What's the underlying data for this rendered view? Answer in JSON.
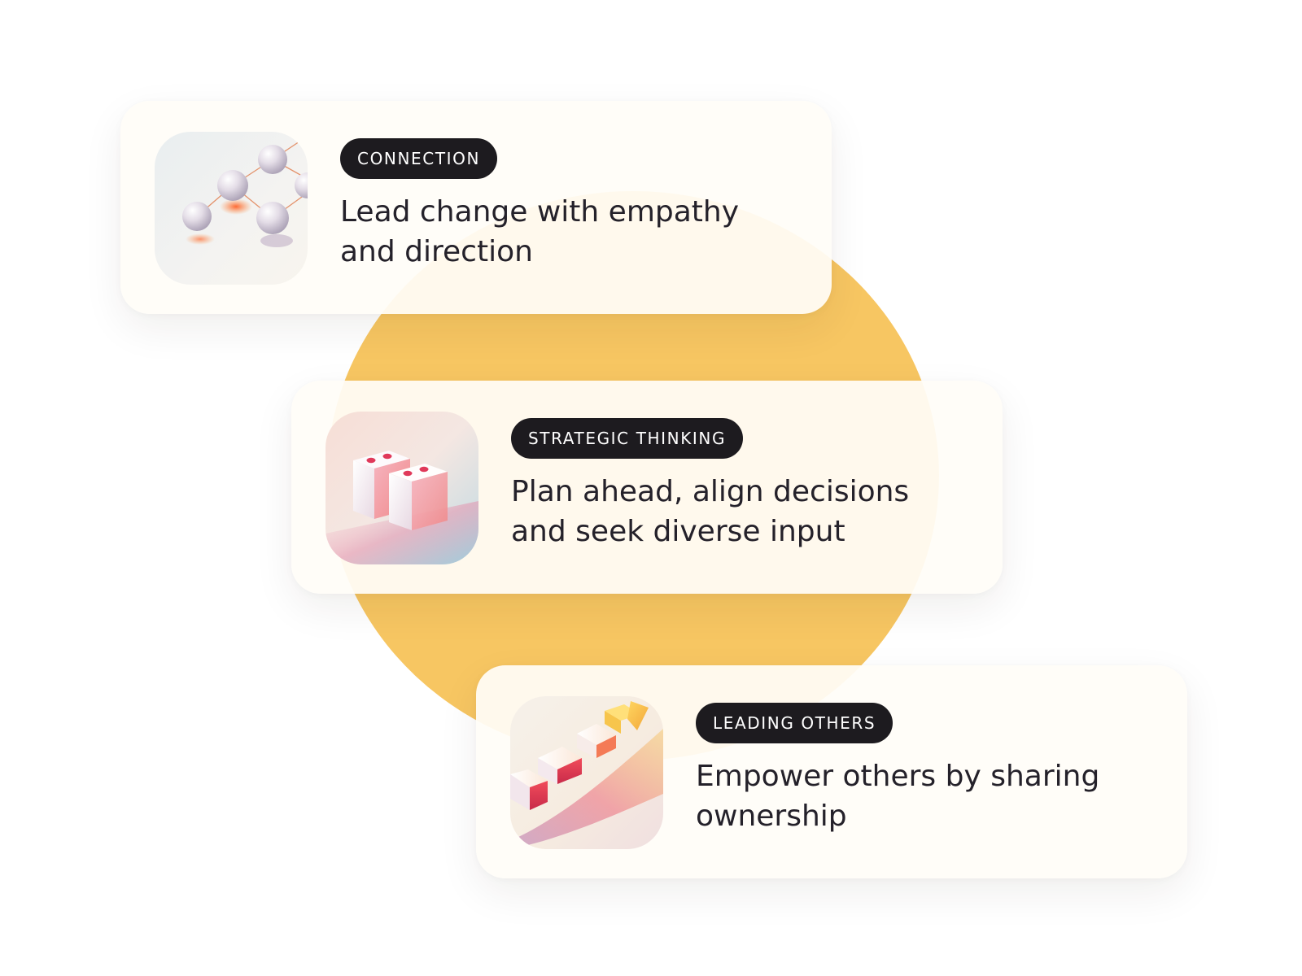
{
  "cards": [
    {
      "tag": "CONNECTION",
      "description": "Lead change with empathy and direction",
      "icon": "connected-spheres-icon"
    },
    {
      "tag": "STRATEGIC THINKING",
      "description": "Plan ahead, align decisions and seek diverse input",
      "icon": "building-blocks-icon"
    },
    {
      "tag": "LEADING OTHERS",
      "description": "Empower others by sharing ownership",
      "icon": "rising-steps-arrow-icon"
    }
  ],
  "colors": {
    "accent_circle": "#f7c662",
    "tag_background": "#1d1b1f",
    "tag_text": "#ffffff",
    "body_text": "#24212a",
    "card_background": "#fffdf8"
  }
}
